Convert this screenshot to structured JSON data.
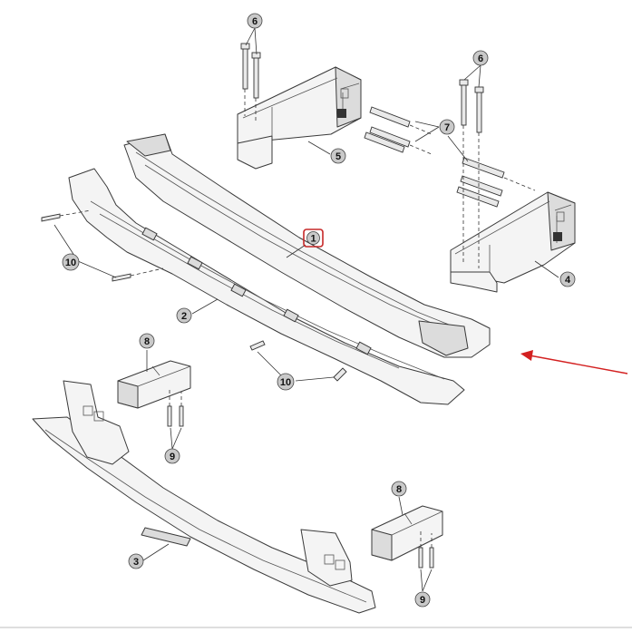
{
  "diagram": {
    "callouts": [
      {
        "id": "c6a",
        "label": "6"
      },
      {
        "id": "c6b",
        "label": "6"
      },
      {
        "id": "c7",
        "label": "7"
      },
      {
        "id": "c5",
        "label": "5"
      },
      {
        "id": "c4",
        "label": "4"
      },
      {
        "id": "c1",
        "label": "1",
        "highlighted": true
      },
      {
        "id": "c10a",
        "label": "10"
      },
      {
        "id": "c2",
        "label": "2"
      },
      {
        "id": "c8a",
        "label": "8"
      },
      {
        "id": "c10b",
        "label": "10"
      },
      {
        "id": "c9a",
        "label": "9"
      },
      {
        "id": "c3",
        "label": "3"
      },
      {
        "id": "c8b",
        "label": "8"
      },
      {
        "id": "c9b",
        "label": "9"
      }
    ],
    "colors": {
      "highlight": "#c62828",
      "arrow": "#d32020",
      "callout_fill": "#c9c9c9"
    }
  }
}
